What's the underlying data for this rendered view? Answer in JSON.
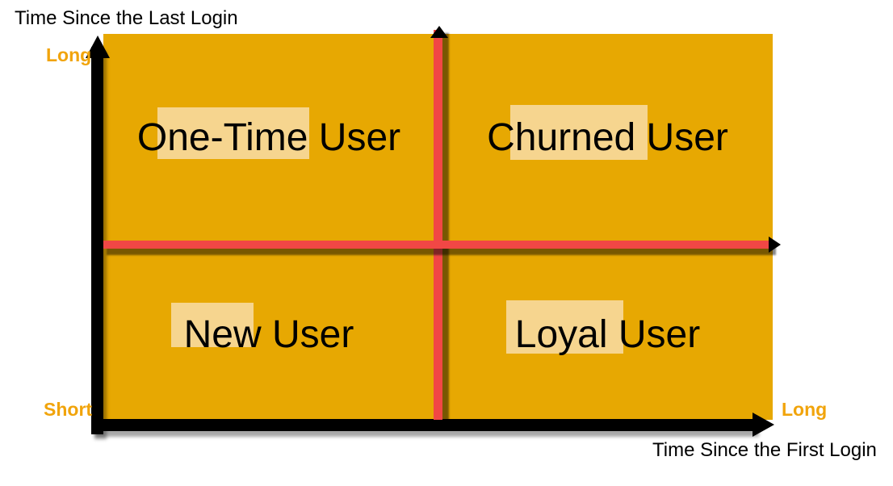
{
  "colors": {
    "page_bg": "#FFFFFF",
    "quadrant_fill": "#E7A802",
    "label_highlight": "#F6D58F",
    "divider_red": "#F14745",
    "axis_black": "#000000",
    "accent_orange": "#F1A40B",
    "label_text": "#000000"
  },
  "axes": {
    "y": {
      "title": "Time Since the Last Login",
      "top_label": "Long",
      "bottom_label": "Short"
    },
    "x": {
      "title": "Time Since the First Login",
      "right_label": "Long"
    }
  },
  "quadrants": [
    {
      "position": "top-left",
      "label": "One-Time User",
      "highlighted_word": "One-Time"
    },
    {
      "position": "top-right",
      "label": "Churned User",
      "highlighted_word": "Churned"
    },
    {
      "position": "bottom-left",
      "label": "New User",
      "highlighted_word": "New"
    },
    {
      "position": "bottom-right",
      "label": "Loyal User",
      "highlighted_word": "Loyal"
    }
  ]
}
